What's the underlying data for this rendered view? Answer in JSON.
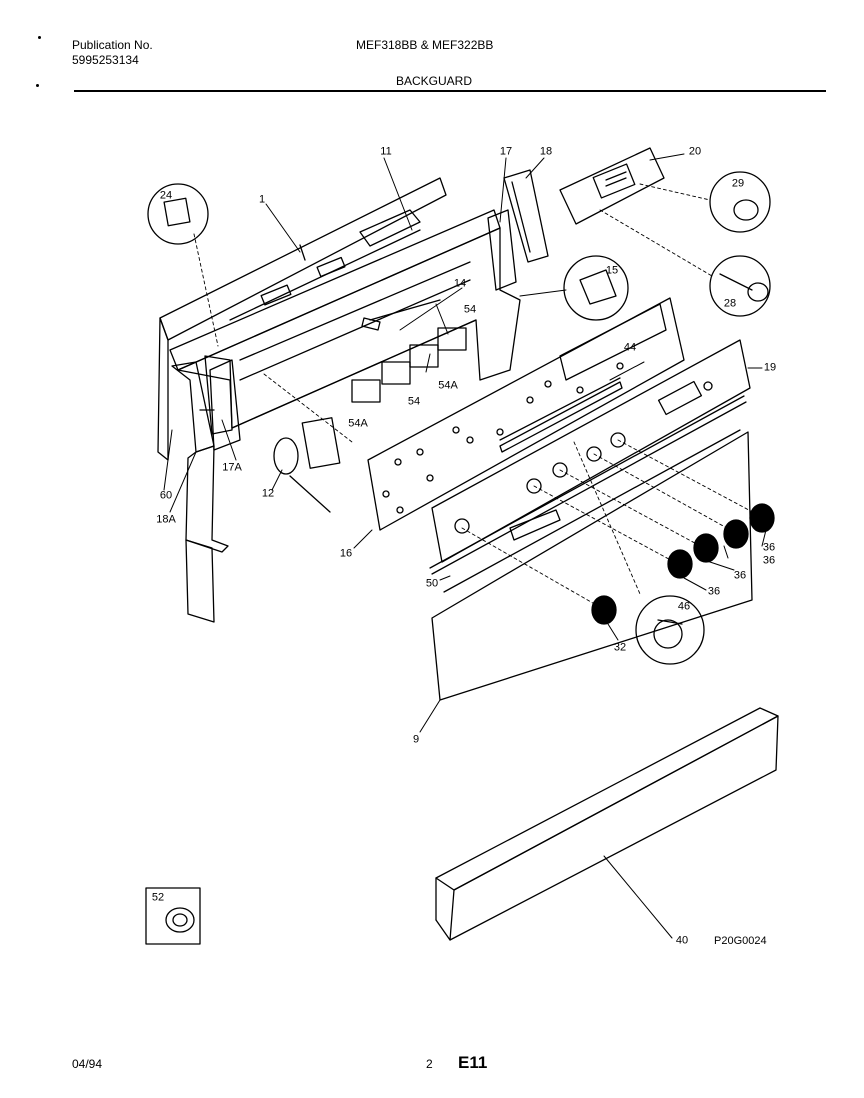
{
  "header": {
    "publication_label": "Publication No.",
    "publication_number": "5995253134",
    "model_title": "MEF318BB & MEF322BB",
    "section_title": "BACKGUARD"
  },
  "footer": {
    "date": "04/94",
    "page": "2",
    "code": "E11"
  },
  "diagram_code": "P20G0024",
  "callouts": {
    "c1": "1",
    "c11": "11",
    "c17": "17",
    "c18": "18",
    "c20": "20",
    "c24": "24",
    "c29": "29",
    "c14": "14",
    "c15": "15",
    "c54a": "54",
    "c28": "28",
    "c44": "44",
    "c19": "19",
    "c54b": "54",
    "c54A1": "54A",
    "c54A2": "54A",
    "c17A": "17A",
    "c12": "12",
    "c60": "60",
    "c18A": "18A",
    "c16": "16",
    "c36a": "36",
    "c36b": "36",
    "c36c": "36",
    "c36d": "36",
    "c50": "50",
    "c46": "46",
    "c32": "32",
    "c9": "9",
    "c52": "52",
    "c40": "40"
  }
}
